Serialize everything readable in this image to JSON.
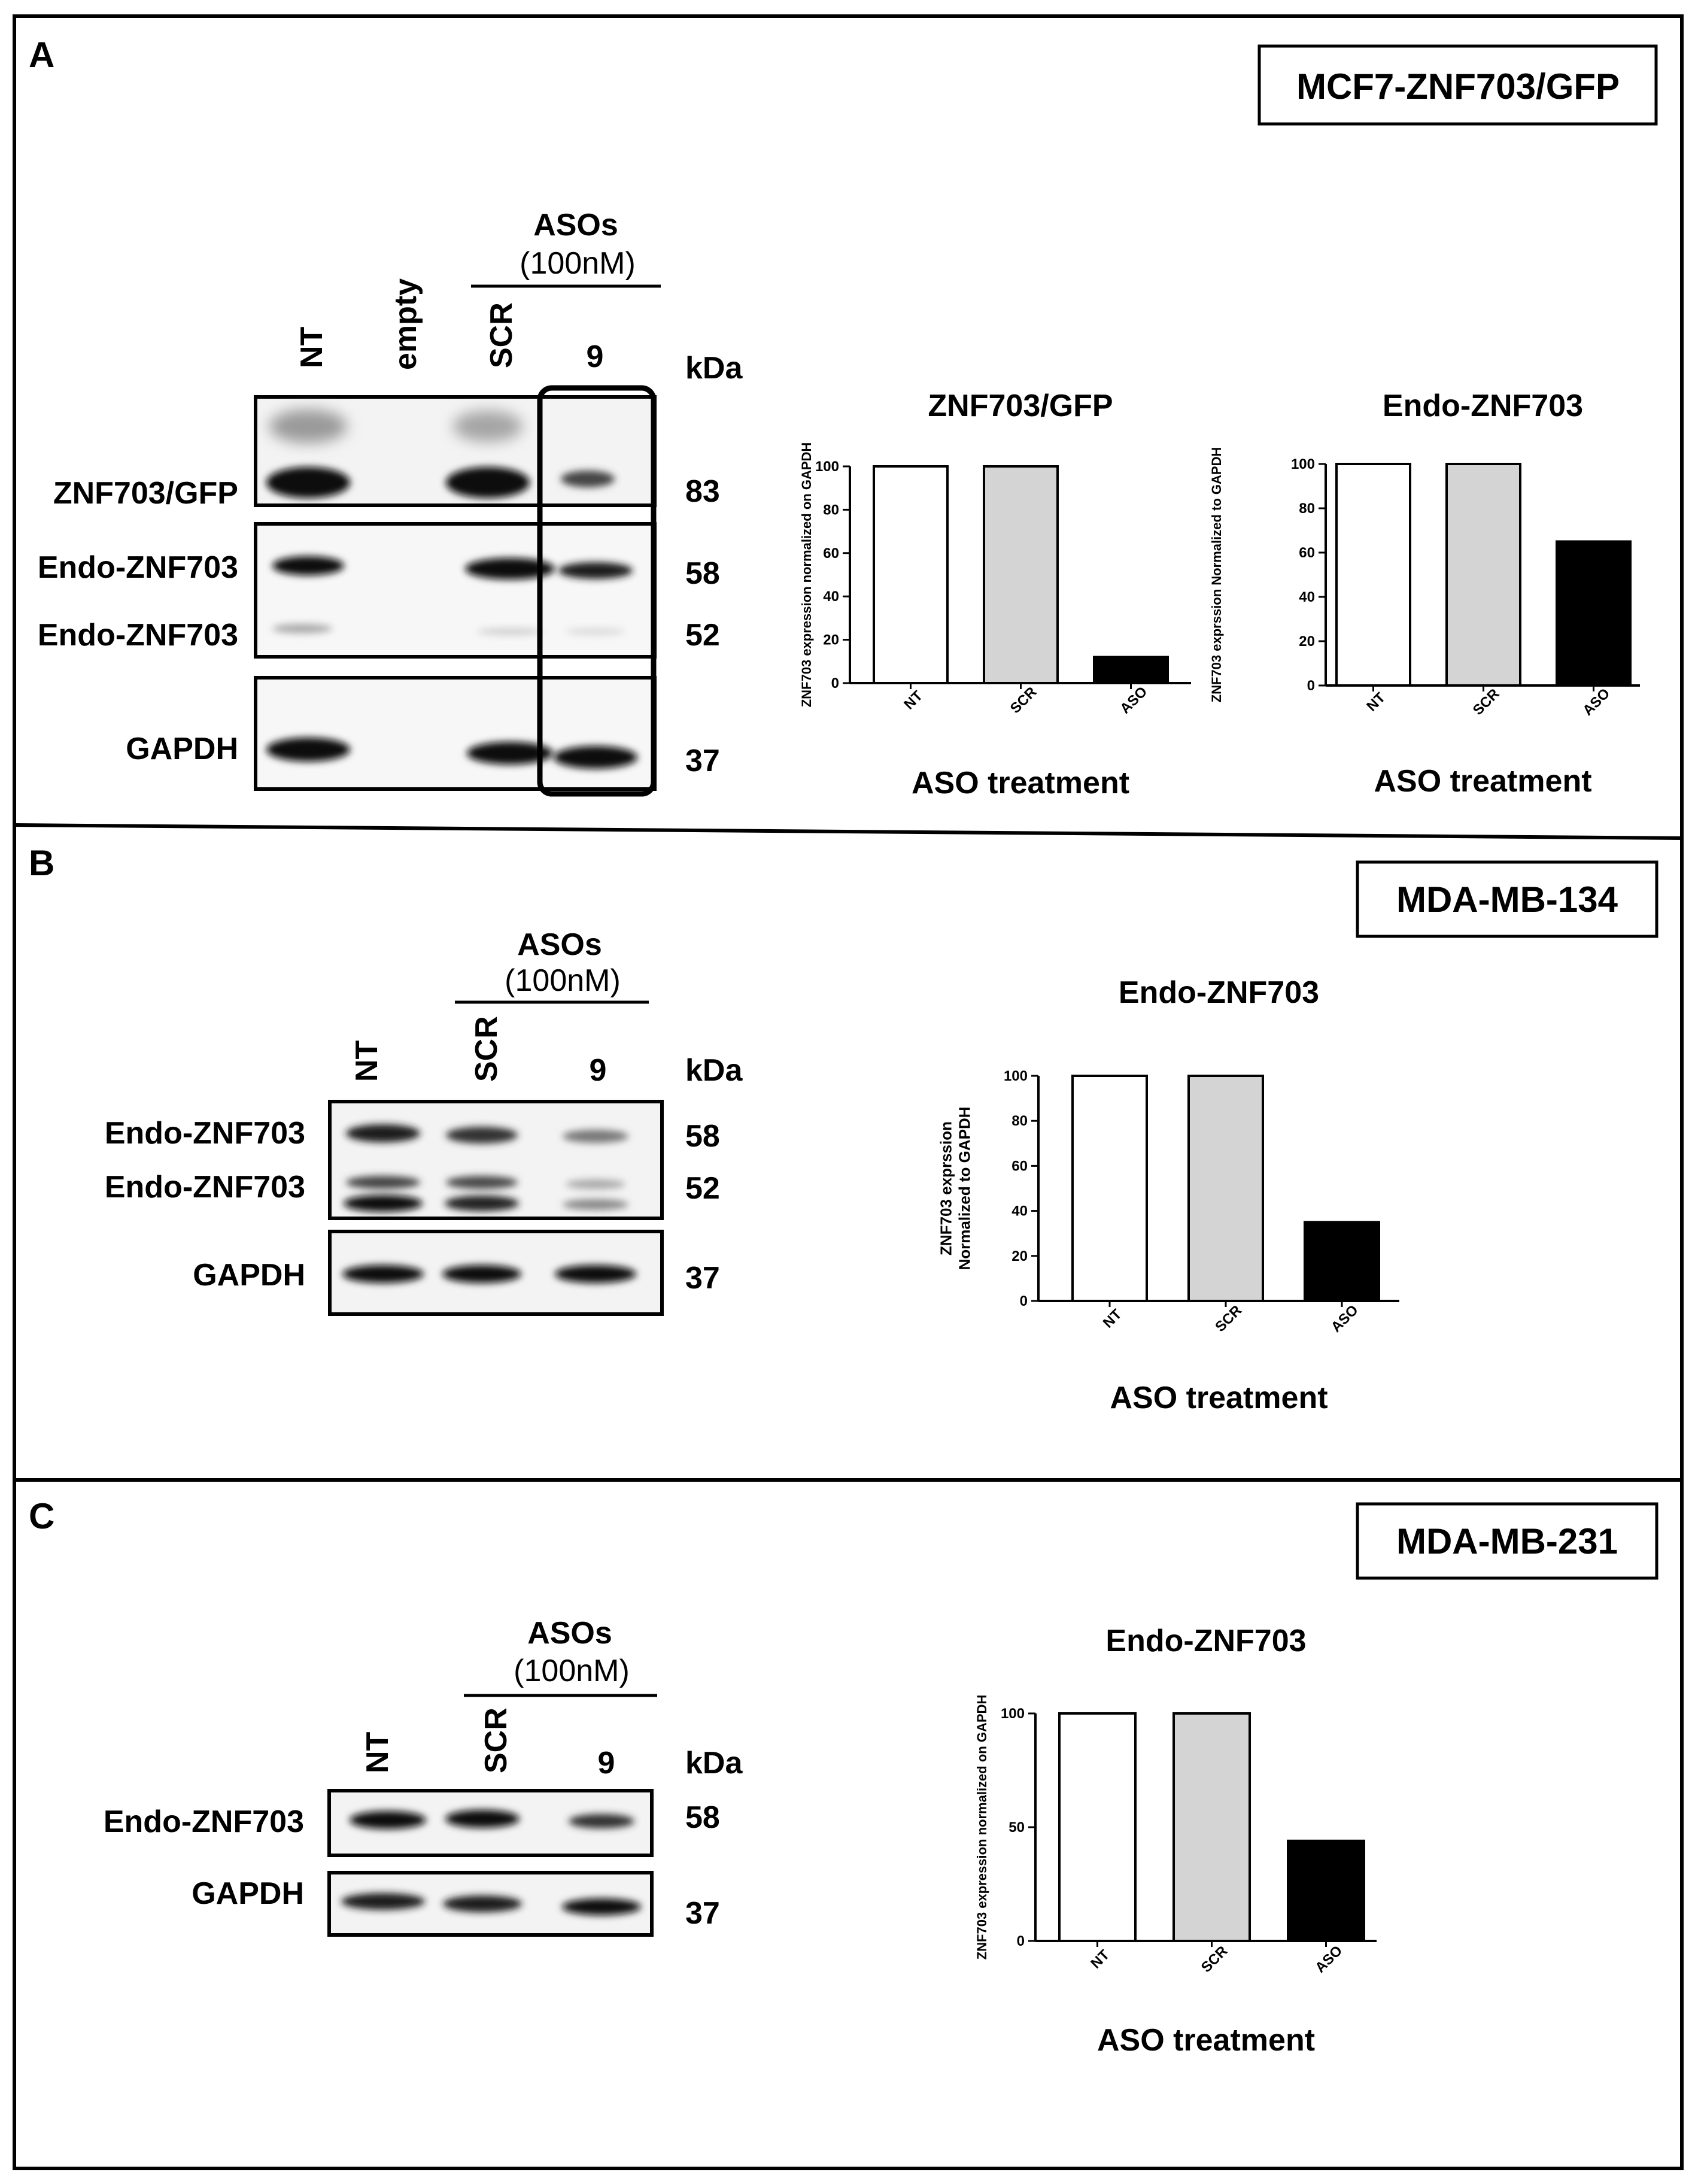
{
  "panels": [
    {
      "id": "a",
      "letter": "A",
      "cell_line": "MCF7-ZNF703/GFP",
      "asos_label": "ASOs",
      "conc_label": "(100nM)",
      "lanes": [
        "NT",
        "empty",
        "SCR",
        "9"
      ],
      "kda_label": "kDa",
      "bands": [
        {
          "label": "ZNF703/GFP",
          "kda": "83"
        },
        {
          "label": "Endo-ZNF703",
          "kda": "58"
        },
        {
          "label": "Endo-ZNF703",
          "kda": "52"
        },
        {
          "label": "GAPDH",
          "kda": "37"
        }
      ]
    },
    {
      "id": "b",
      "letter": "B",
      "cell_line": "MDA-MB-134",
      "asos_label": "ASOs",
      "conc_label": "(100nM)",
      "lanes": [
        "NT",
        "SCR",
        "9"
      ],
      "kda_label": "kDa",
      "bands": [
        {
          "label": "Endo-ZNF703",
          "kda": "58"
        },
        {
          "label": "Endo-ZNF703",
          "kda": "52"
        },
        {
          "label": "GAPDH",
          "kda": "37"
        }
      ]
    },
    {
      "id": "c",
      "letter": "C",
      "cell_line": "MDA-MB-231",
      "asos_label": "ASOs",
      "conc_label": "(100nM)",
      "lanes": [
        "NT",
        "SCR",
        "9"
      ],
      "kda_label": "kDa",
      "bands": [
        {
          "label": "Endo-ZNF703",
          "kda": "58"
        },
        {
          "label": "GAPDH",
          "kda": "37"
        }
      ]
    }
  ],
  "chart_data": [
    {
      "type": "bar",
      "title": "ZNF703/GFP",
      "xlabel": "ASO treatment",
      "ylabel": "ZNF703 expression normalized on GAPDH",
      "categories": [
        "NT",
        "SCR",
        "ASO"
      ],
      "values": [
        100,
        100,
        12
      ],
      "ylim": [
        0,
        100
      ],
      "yticks": [
        0,
        20,
        40,
        60,
        80,
        100
      ],
      "bar_colors": [
        "#ffffff",
        "#d4d4d4",
        "#000000"
      ]
    },
    {
      "type": "bar",
      "title": "Endo-ZNF703",
      "xlabel": "ASO treatment",
      "ylabel": "ZNF703 exprssion Normalized to GAPDH",
      "categories": [
        "NT",
        "SCR",
        "ASO"
      ],
      "values": [
        100,
        100,
        65
      ],
      "ylim": [
        0,
        100
      ],
      "yticks": [
        0,
        20,
        40,
        60,
        80,
        100
      ],
      "bar_colors": [
        "#ffffff",
        "#d4d4d4",
        "#000000"
      ]
    },
    {
      "type": "bar",
      "title": "Endo-ZNF703",
      "xlabel": "ASO treatment",
      "ylabel": [
        "ZNF703 exprssion",
        "Normalized to GAPDH"
      ],
      "categories": [
        "NT",
        "SCR",
        "ASO"
      ],
      "values": [
        100,
        100,
        35
      ],
      "ylim": [
        0,
        100
      ],
      "yticks": [
        0,
        20,
        40,
        60,
        80,
        100
      ],
      "bar_colors": [
        "#ffffff",
        "#d4d4d4",
        "#000000"
      ]
    },
    {
      "type": "bar",
      "title": "Endo-ZNF703",
      "xlabel": "ASO treatment",
      "ylabel": "ZNF703 expression normalized on GAPDH",
      "categories": [
        "NT",
        "SCR",
        "ASO"
      ],
      "values": [
        100,
        100,
        44
      ],
      "ylim": [
        0,
        100
      ],
      "yticks": [
        0,
        50,
        100
      ],
      "bar_colors": [
        "#ffffff",
        "#d4d4d4",
        "#000000"
      ]
    }
  ]
}
